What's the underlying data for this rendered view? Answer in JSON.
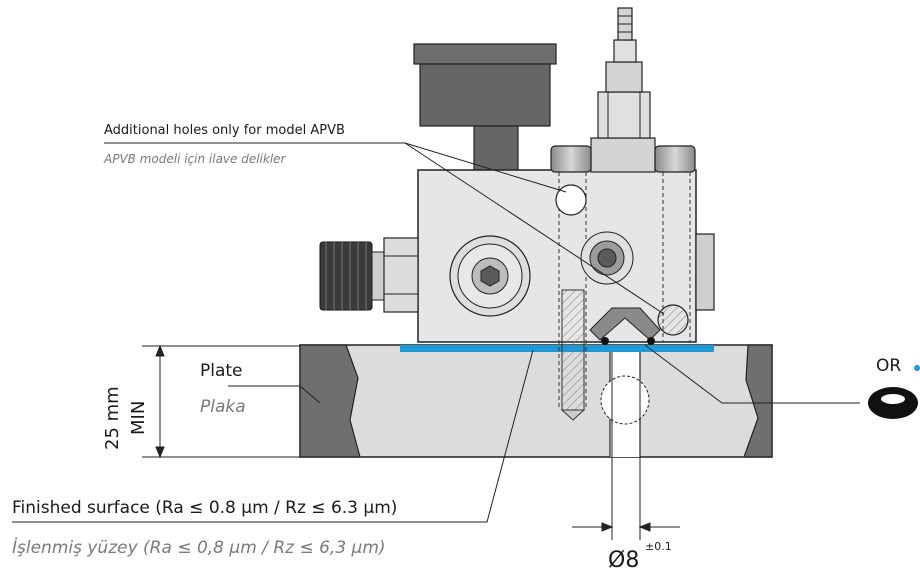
{
  "labels": {
    "holes_en": "Additional holes only for model APVB",
    "holes_tr": "APVB modeli için ilave delikler",
    "plate_en": "Plate",
    "plate_tr": "Plaka",
    "thickness_value": "25 mm",
    "thickness_min": "MIN",
    "surface_en": "Finished surface (Ra ≤ 0.8 µm / Rz ≤ 6.3 µm)",
    "surface_tr": "İşlenmiş yüzey (Ra ≤ 0,8 µm / Rz ≤ 6,3 µm)",
    "or_label": "OR",
    "diameter_label": "Ø8",
    "diameter_tol": "±0.1"
  },
  "colors": {
    "finished_surface": "#1f9ad6",
    "or_dot": "#1f9ad6",
    "plate_fill": "#dcdcdc",
    "block_fill": "#e6e6e6",
    "gauge_fill": "#6e6e6e"
  }
}
